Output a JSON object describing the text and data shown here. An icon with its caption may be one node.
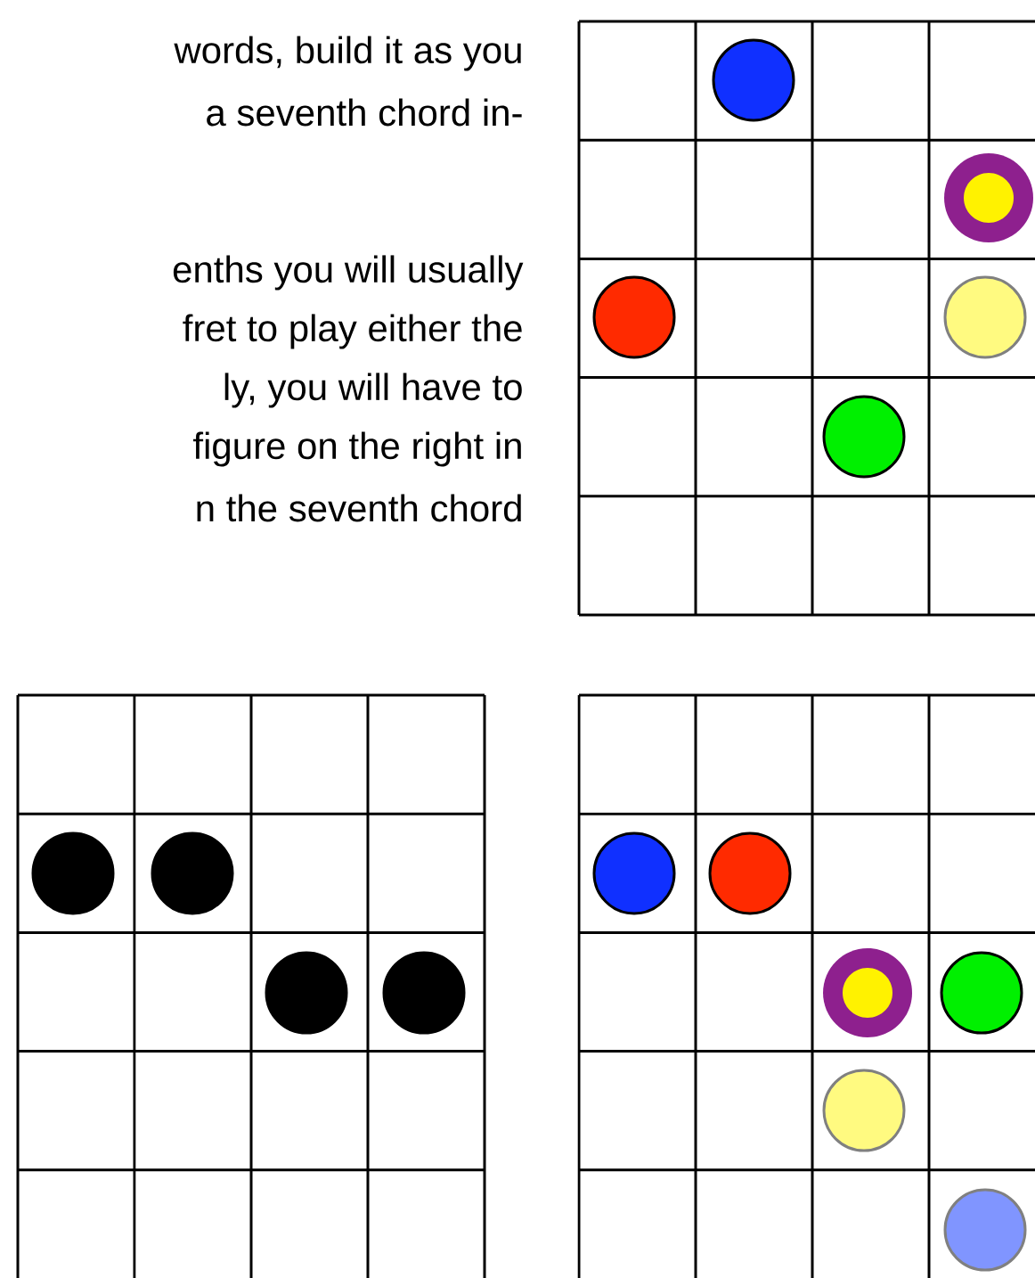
{
  "diagram": {
    "labels": [
      "words, build it as you",
      "a seventh chord in-",
      "enths you will usually",
      "fret to play either the",
      "ly, you will have to",
      "figure on the right in",
      "n the seventh chord"
    ]
  }
}
